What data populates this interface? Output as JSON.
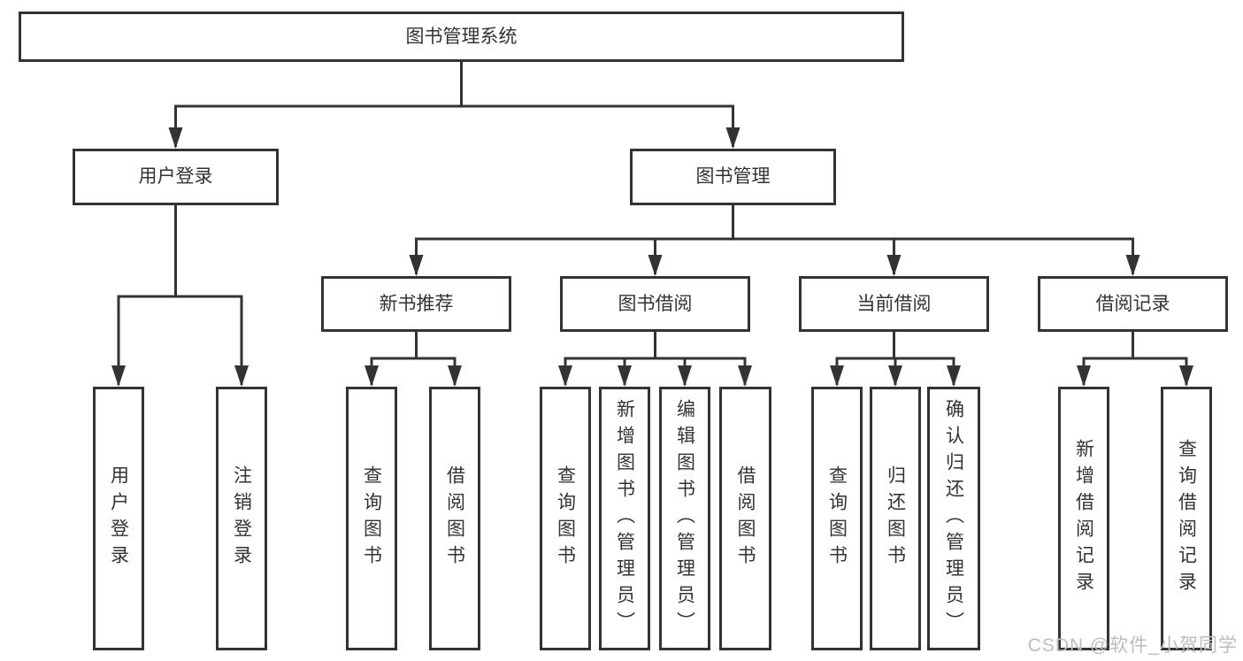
{
  "diagram_type": "hierarchy-tree",
  "tree": {
    "label": "图书管理系统",
    "children": [
      {
        "label": "用户登录",
        "children": [
          {
            "label": "用户登录"
          },
          {
            "label": "注销登录"
          }
        ]
      },
      {
        "label": "图书管理",
        "children": [
          {
            "label": "新书推荐",
            "children": [
              {
                "label": "查询图书"
              },
              {
                "label": "借阅图书"
              }
            ]
          },
          {
            "label": "图书借阅",
            "children": [
              {
                "label": "查询图书"
              },
              {
                "label": "新增图书（管理员）"
              },
              {
                "label": "编辑图书（管理员）"
              },
              {
                "label": "借阅图书"
              }
            ]
          },
          {
            "label": "当前借阅",
            "children": [
              {
                "label": "查询图书"
              },
              {
                "label": "归还图书"
              },
              {
                "label": "确认归还（管理员）"
              }
            ]
          },
          {
            "label": "借阅记录",
            "children": [
              {
                "label": "新增借阅记录"
              },
              {
                "label": "查询借阅记录"
              }
            ]
          }
        ]
      }
    ]
  },
  "watermark": {
    "text": "CSDN @软件_小贺同学",
    "color": "#bdbdbd"
  },
  "colors": {
    "line": "#333333",
    "box_border": "#333333",
    "box_fill": "#ffffff",
    "text": "#333333",
    "background": "#ffffff"
  }
}
